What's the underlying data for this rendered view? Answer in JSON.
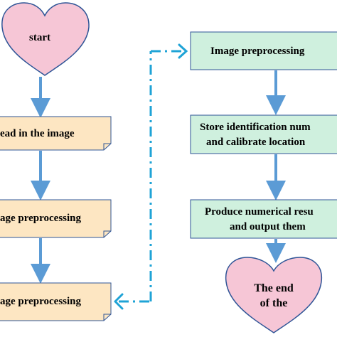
{
  "colors": {
    "heart_fill": "#f6c6d6",
    "heart_stroke": "#2f5597",
    "left_box_fill": "#fde6c2",
    "right_box_fill": "#cff0de",
    "box_stroke": "#2f5597",
    "arrow": "#5b9bd5",
    "dash_connector": "#1fa3d6"
  },
  "left_column": {
    "start": "start",
    "read": "ead in the image",
    "preprocess1": "age preprocessing",
    "preprocess2": "age preprocessing"
  },
  "right_column": {
    "preprocess": "Image preprocessing",
    "store_line1": "Store identification num",
    "store_line2": "and calibrate location",
    "produce_line1": "Produce numerical resu",
    "produce_line2": "and output them",
    "end_line1": "The end",
    "end_line2": "of the"
  }
}
